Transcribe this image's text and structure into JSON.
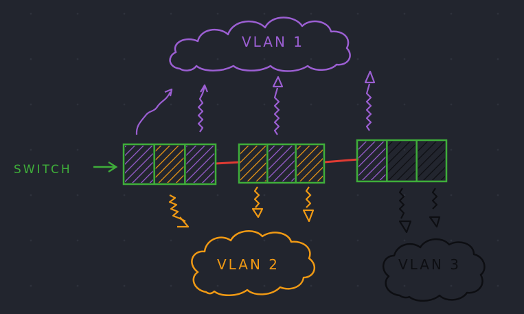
{
  "labels": {
    "switch": "SWITCH",
    "vlan1": "VLAN 1",
    "vlan2": "VLAN 2",
    "vlan3": "VLAN 3"
  },
  "colors": {
    "background": "#22252e",
    "grid_dot": "#2e323c",
    "switch": "#3fae3a",
    "vlan1": "#9c5fd3",
    "vlan2": "#f19a14",
    "vlan3": "#0d0e12",
    "trunk_link": "#e03b33"
  },
  "switches": [
    {
      "ports": [
        "vlan1",
        "vlan2",
        "vlan1"
      ]
    },
    {
      "ports": [
        "vlan2",
        "vlan1",
        "vlan2"
      ]
    },
    {
      "ports": [
        "vlan1",
        "vlan3",
        "vlan3"
      ]
    }
  ]
}
